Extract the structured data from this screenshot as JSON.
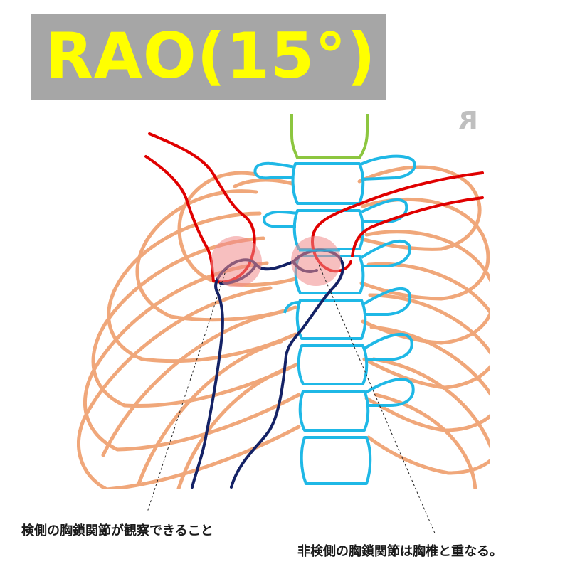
{
  "title": "RAO(15°)",
  "side_marker": "R",
  "labels": {
    "left": "検側の胸鎖関節が観察できること",
    "right": "非検側の胸鎖関節は胸椎と重なる。"
  },
  "colors": {
    "title_bg": "#a6a6a6",
    "title_text": "#ffff00",
    "ribs": "#f0a77a",
    "vertebrae": "#1fb8e6",
    "cervical": "#8cc63f",
    "clavicle": "#e00000",
    "sternum": "#142266",
    "joint_highlight": "#f08a8a"
  }
}
